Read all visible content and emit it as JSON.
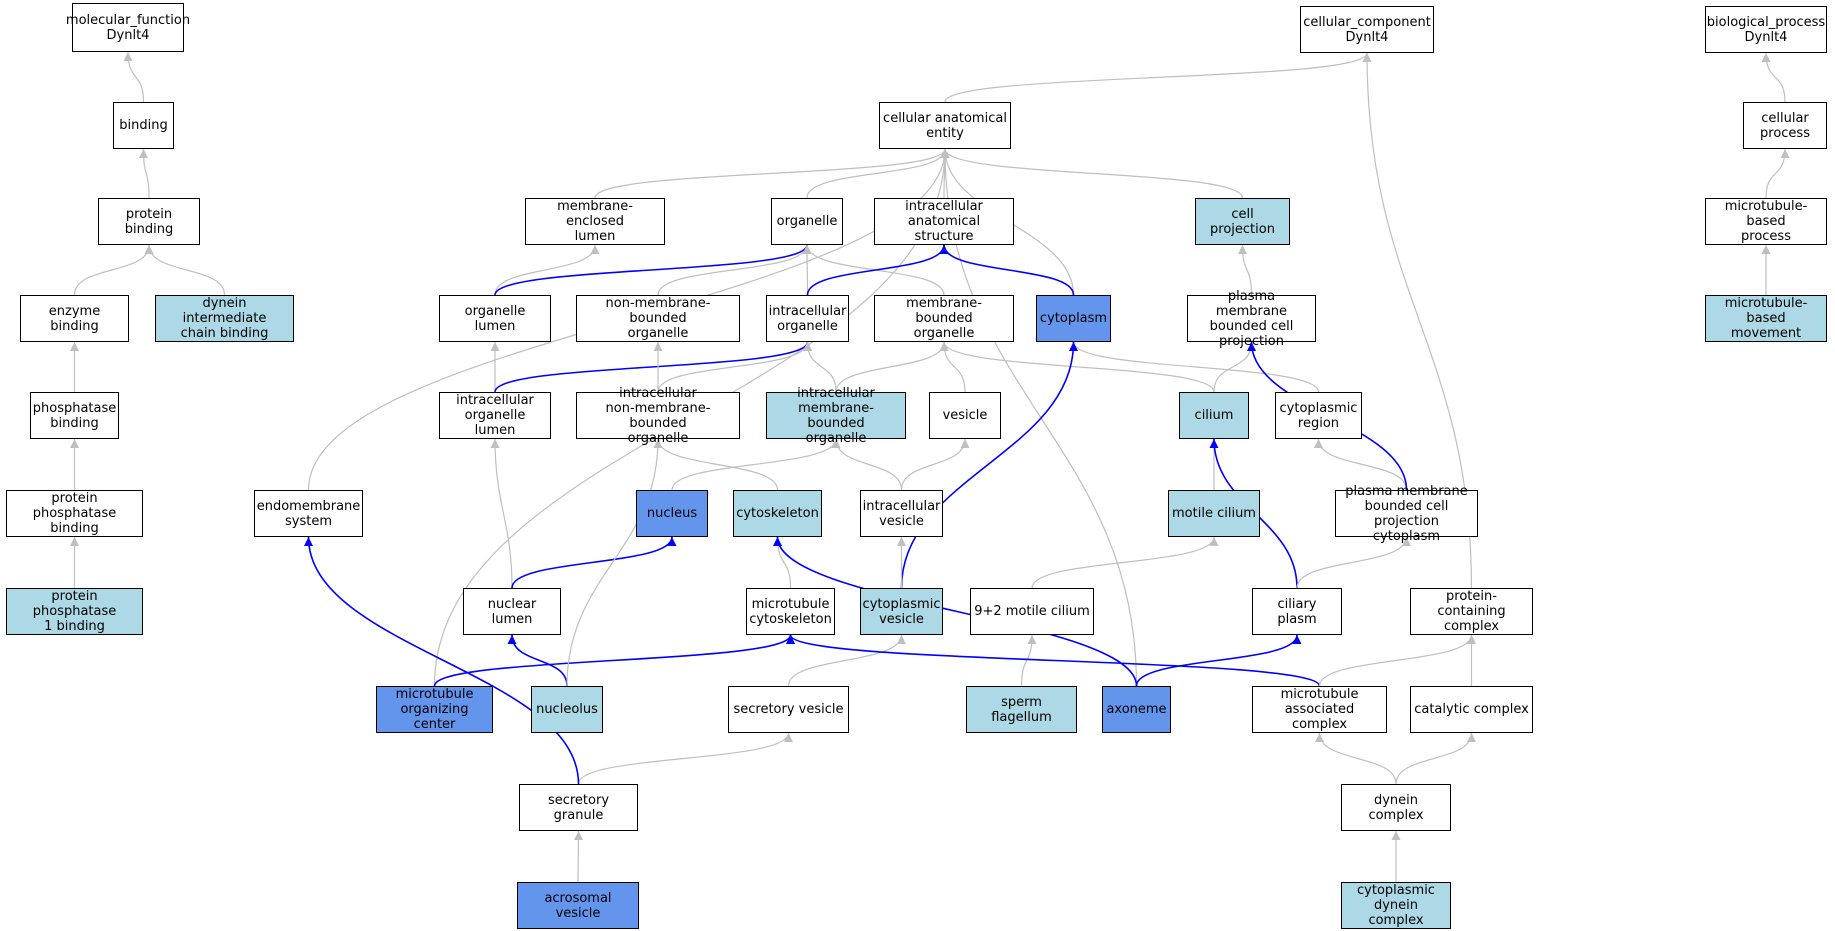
{
  "colors": {
    "plain": "#ffffff",
    "light": "#add8e6",
    "dark": "#6495ed",
    "edge_gray": "#bfbfbf",
    "edge_blue": "#0000ff"
  },
  "nodes": {
    "mf_root": {
      "label": "molecular_function\nDynlt4",
      "fill": "plain"
    },
    "binding": {
      "label": "binding",
      "fill": "plain"
    },
    "protein_binding": {
      "label": "protein binding",
      "fill": "plain"
    },
    "enzyme_binding": {
      "label": "enzyme binding",
      "fill": "plain"
    },
    "dynein_icb": {
      "label": "dynein intermediate\nchain binding",
      "fill": "light"
    },
    "phosphatase_binding": {
      "label": "phosphatase\nbinding",
      "fill": "plain"
    },
    "pp_binding": {
      "label": "protein phosphatase\nbinding",
      "fill": "plain"
    },
    "pp1_binding": {
      "label": "protein phosphatase\n1 binding",
      "fill": "light"
    },
    "endomembrane": {
      "label": "endomembrane\nsystem",
      "fill": "plain"
    },
    "cc_root": {
      "label": "cellular_component\nDynlt4",
      "fill": "plain"
    },
    "cae": {
      "label": "cellular anatomical\nentity",
      "fill": "plain"
    },
    "mel": {
      "label": "membrane-enclosed\nlumen",
      "fill": "plain"
    },
    "organelle": {
      "label": "organelle",
      "fill": "plain"
    },
    "ias": {
      "label": "intracellular\nanatomical structure",
      "fill": "plain"
    },
    "cell_projection": {
      "label": "cell projection",
      "fill": "light"
    },
    "organelle_lumen": {
      "label": "organelle lumen",
      "fill": "plain"
    },
    "nmbo": {
      "label": "non-membrane-bounded\norganelle",
      "fill": "plain"
    },
    "io": {
      "label": "intracellular\norganelle",
      "fill": "plain"
    },
    "mbo": {
      "label": "membrane-bounded\norganelle",
      "fill": "plain"
    },
    "cytoplasm": {
      "label": "cytoplasm",
      "fill": "dark"
    },
    "pmbcp": {
      "label": "plasma membrane\nbounded cell\nprojection",
      "fill": "plain"
    },
    "iol": {
      "label": "intracellular\norganelle lumen",
      "fill": "plain"
    },
    "inmbo": {
      "label": "intracellular\nnon-membrane-bounded\norganelle",
      "fill": "plain"
    },
    "imbo": {
      "label": "intracellular\nmembrane-bounded\norganelle",
      "fill": "light"
    },
    "vesicle": {
      "label": "vesicle",
      "fill": "plain"
    },
    "cilium": {
      "label": "cilium",
      "fill": "light"
    },
    "cyto_region": {
      "label": "cytoplasmic\nregion",
      "fill": "plain"
    },
    "nucleus": {
      "label": "nucleus",
      "fill": "dark"
    },
    "cytoskeleton": {
      "label": "cytoskeleton",
      "fill": "light"
    },
    "ivesicle": {
      "label": "intracellular\nvesicle",
      "fill": "plain"
    },
    "motile_cilium": {
      "label": "motile cilium",
      "fill": "light"
    },
    "pmbcpc": {
      "label": "plasma membrane\nbounded cell\nprojection cytoplasm",
      "fill": "plain"
    },
    "nuclear_lumen": {
      "label": "nuclear lumen",
      "fill": "plain"
    },
    "mt_cytoskeleton": {
      "label": "microtubule\ncytoskeleton",
      "fill": "plain"
    },
    "cyto_vesicle": {
      "label": "cytoplasmic\nvesicle",
      "fill": "light"
    },
    "motile92": {
      "label": "9+2 motile cilium",
      "fill": "plain"
    },
    "ciliary_plasm": {
      "label": "ciliary plasm",
      "fill": "plain"
    },
    "pcc": {
      "label": "protein-containing\ncomplex",
      "fill": "plain"
    },
    "mtoc": {
      "label": "microtubule\norganizing center",
      "fill": "dark"
    },
    "nucleolus": {
      "label": "nucleolus",
      "fill": "light"
    },
    "secretory_vesicle": {
      "label": "secretory vesicle",
      "fill": "plain"
    },
    "sperm_flagellum": {
      "label": "sperm flagellum",
      "fill": "light"
    },
    "axoneme": {
      "label": "axoneme",
      "fill": "dark"
    },
    "mac": {
      "label": "microtubule\nassociated complex",
      "fill": "plain"
    },
    "catalytic": {
      "label": "catalytic complex",
      "fill": "plain"
    },
    "secretory_granule": {
      "label": "secretory granule",
      "fill": "plain"
    },
    "dynein_complex": {
      "label": "dynein complex",
      "fill": "plain"
    },
    "acrosomal": {
      "label": "acrosomal vesicle",
      "fill": "dark"
    },
    "cdc": {
      "label": "cytoplasmic\ndynein complex",
      "fill": "light"
    },
    "bp_root": {
      "label": "biological_process\nDynlt4",
      "fill": "plain"
    },
    "cellular_process": {
      "label": "cellular process",
      "fill": "plain"
    },
    "mtbp": {
      "label": "microtubule-based\nprocess",
      "fill": "plain"
    },
    "mtbm": {
      "label": "microtubule-based\nmovement",
      "fill": "light"
    }
  },
  "edges": [
    {
      "from": "binding",
      "to": "mf_root",
      "color": "gray"
    },
    {
      "from": "protein_binding",
      "to": "binding",
      "color": "gray"
    },
    {
      "from": "enzyme_binding",
      "to": "protein_binding",
      "color": "gray"
    },
    {
      "from": "dynein_icb",
      "to": "protein_binding",
      "color": "gray"
    },
    {
      "from": "phosphatase_binding",
      "to": "enzyme_binding",
      "color": "gray"
    },
    {
      "from": "pp_binding",
      "to": "phosphatase_binding",
      "color": "gray"
    },
    {
      "from": "pp1_binding",
      "to": "pp_binding",
      "color": "gray"
    },
    {
      "from": "cae",
      "to": "cc_root",
      "color": "gray"
    },
    {
      "from": "pcc",
      "to": "cc_root",
      "color": "gray"
    },
    {
      "from": "mel",
      "to": "cae",
      "color": "gray"
    },
    {
      "from": "organelle",
      "to": "cae",
      "color": "gray"
    },
    {
      "from": "ias",
      "to": "cae",
      "color": "gray"
    },
    {
      "from": "cell_projection",
      "to": "cae",
      "color": "gray"
    },
    {
      "from": "cytoplasm",
      "to": "cae",
      "color": "gray"
    },
    {
      "from": "endomembrane",
      "to": "cae",
      "color": "gray"
    },
    {
      "from": "mtoc",
      "to": "cae",
      "color": "gray"
    },
    {
      "from": "axoneme",
      "to": "cae",
      "color": "gray"
    },
    {
      "from": "organelle_lumen",
      "to": "mel",
      "color": "gray"
    },
    {
      "from": "organelle_lumen",
      "to": "organelle",
      "color": "blue"
    },
    {
      "from": "nmbo",
      "to": "organelle",
      "color": "gray"
    },
    {
      "from": "io",
      "to": "organelle",
      "color": "gray"
    },
    {
      "from": "mbo",
      "to": "organelle",
      "color": "gray"
    },
    {
      "from": "io",
      "to": "ias",
      "color": "blue"
    },
    {
      "from": "cytoplasm",
      "to": "ias",
      "color": "blue"
    },
    {
      "from": "pmbcp",
      "to": "cell_projection",
      "color": "gray"
    },
    {
      "from": "iol",
      "to": "organelle_lumen",
      "color": "gray"
    },
    {
      "from": "iol",
      "to": "io",
      "color": "blue"
    },
    {
      "from": "inmbo",
      "to": "nmbo",
      "color": "gray"
    },
    {
      "from": "inmbo",
      "to": "io",
      "color": "gray"
    },
    {
      "from": "imbo",
      "to": "io",
      "color": "gray"
    },
    {
      "from": "imbo",
      "to": "mbo",
      "color": "gray"
    },
    {
      "from": "vesicle",
      "to": "mbo",
      "color": "gray"
    },
    {
      "from": "cilium",
      "to": "mbo",
      "color": "gray"
    },
    {
      "from": "cilium",
      "to": "pmbcp",
      "color": "gray"
    },
    {
      "from": "cyto_region",
      "to": "cytoplasm",
      "color": "gray"
    },
    {
      "from": "nucleus",
      "to": "imbo",
      "color": "gray"
    },
    {
      "from": "cytoskeleton",
      "to": "inmbo",
      "color": "gray"
    },
    {
      "from": "ivesicle",
      "to": "imbo",
      "color": "gray"
    },
    {
      "from": "ivesicle",
      "to": "vesicle",
      "color": "gray"
    },
    {
      "from": "cyto_vesicle",
      "to": "cytoplasm",
      "color": "blue"
    },
    {
      "from": "cyto_vesicle",
      "to": "ivesicle",
      "color": "gray"
    },
    {
      "from": "motile_cilium",
      "to": "cilium",
      "color": "gray"
    },
    {
      "from": "pmbcpc",
      "to": "cyto_region",
      "color": "gray"
    },
    {
      "from": "pmbcpc",
      "to": "pmbcp",
      "color": "blue"
    },
    {
      "from": "nuclear_lumen",
      "to": "iol",
      "color": "gray"
    },
    {
      "from": "nuclear_lumen",
      "to": "nucleus",
      "color": "blue"
    },
    {
      "from": "mt_cytoskeleton",
      "to": "cytoskeleton",
      "color": "gray"
    },
    {
      "from": "motile92",
      "to": "motile_cilium",
      "color": "gray"
    },
    {
      "from": "ciliary_plasm",
      "to": "cilium",
      "color": "blue"
    },
    {
      "from": "ciliary_plasm",
      "to": "pmbcpc",
      "color": "gray"
    },
    {
      "from": "mtoc",
      "to": "mt_cytoskeleton",
      "color": "blue"
    },
    {
      "from": "nucleolus",
      "to": "nuclear_lumen",
      "color": "blue"
    },
    {
      "from": "nucleolus",
      "to": "inmbo",
      "color": "gray"
    },
    {
      "from": "secretory_vesicle",
      "to": "cyto_vesicle",
      "color": "gray"
    },
    {
      "from": "sperm_flagellum",
      "to": "motile92",
      "color": "gray"
    },
    {
      "from": "axoneme",
      "to": "cytoskeleton",
      "color": "blue"
    },
    {
      "from": "axoneme",
      "to": "ciliary_plasm",
      "color": "blue"
    },
    {
      "from": "mac",
      "to": "mt_cytoskeleton",
      "color": "blue"
    },
    {
      "from": "mac",
      "to": "pcc",
      "color": "gray"
    },
    {
      "from": "catalytic",
      "to": "pcc",
      "color": "gray"
    },
    {
      "from": "secretory_granule",
      "to": "secretory_vesicle",
      "color": "gray"
    },
    {
      "from": "secretory_granule",
      "to": "endomembrane",
      "color": "blue"
    },
    {
      "from": "dynein_complex",
      "to": "mac",
      "color": "gray"
    },
    {
      "from": "dynein_complex",
      "to": "catalytic",
      "color": "gray"
    },
    {
      "from": "acrosomal",
      "to": "secretory_granule",
      "color": "gray"
    },
    {
      "from": "cdc",
      "to": "dynein_complex",
      "color": "gray"
    },
    {
      "from": "cellular_process",
      "to": "bp_root",
      "color": "gray"
    },
    {
      "from": "mtbp",
      "to": "cellular_process",
      "color": "gray"
    },
    {
      "from": "mtbm",
      "to": "mtbp",
      "color": "gray"
    }
  ]
}
